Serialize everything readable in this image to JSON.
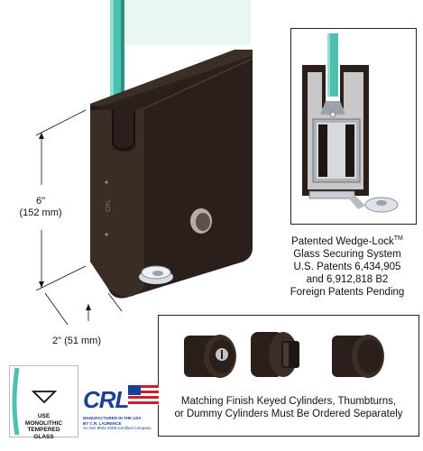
{
  "dimensions": {
    "height_in": "6\"",
    "height_mm": "(152 mm)",
    "width_label": "2\" (51 mm)"
  },
  "detail_icon": "wedge-lock-cross-section",
  "patent_text": {
    "line1": "Patented Wedge-Lock",
    "tm": "TM",
    "line2": "Glass Securing System",
    "line3": "U.S. Patents 6,434,905",
    "line4": "and 6,912,818 B2",
    "line5": "Foreign Patents Pending"
  },
  "cylinders_caption": {
    "line1": "Matching Finish Keyed Cylinders, Thumbturns,",
    "line2": "or Dummy Cylinders Must Be Ordered Separately"
  },
  "tempered_badge": {
    "line1": "USE",
    "line2": "MONOLITHIC",
    "line3": "TEMPERED",
    "line4": "GLASS"
  },
  "crl_logo": {
    "mark": "CRL",
    "line1": "MANUFACTURED IN THE USA",
    "line2": "BY C.R. LAURENCE",
    "line3": "An ISO 9001:2008 Certified Company"
  },
  "colors": {
    "finish": "#2a1f1a",
    "glass": "#3fb3a2",
    "crl_blue": "#1a3f9a",
    "crl_red": "#c8202a"
  }
}
